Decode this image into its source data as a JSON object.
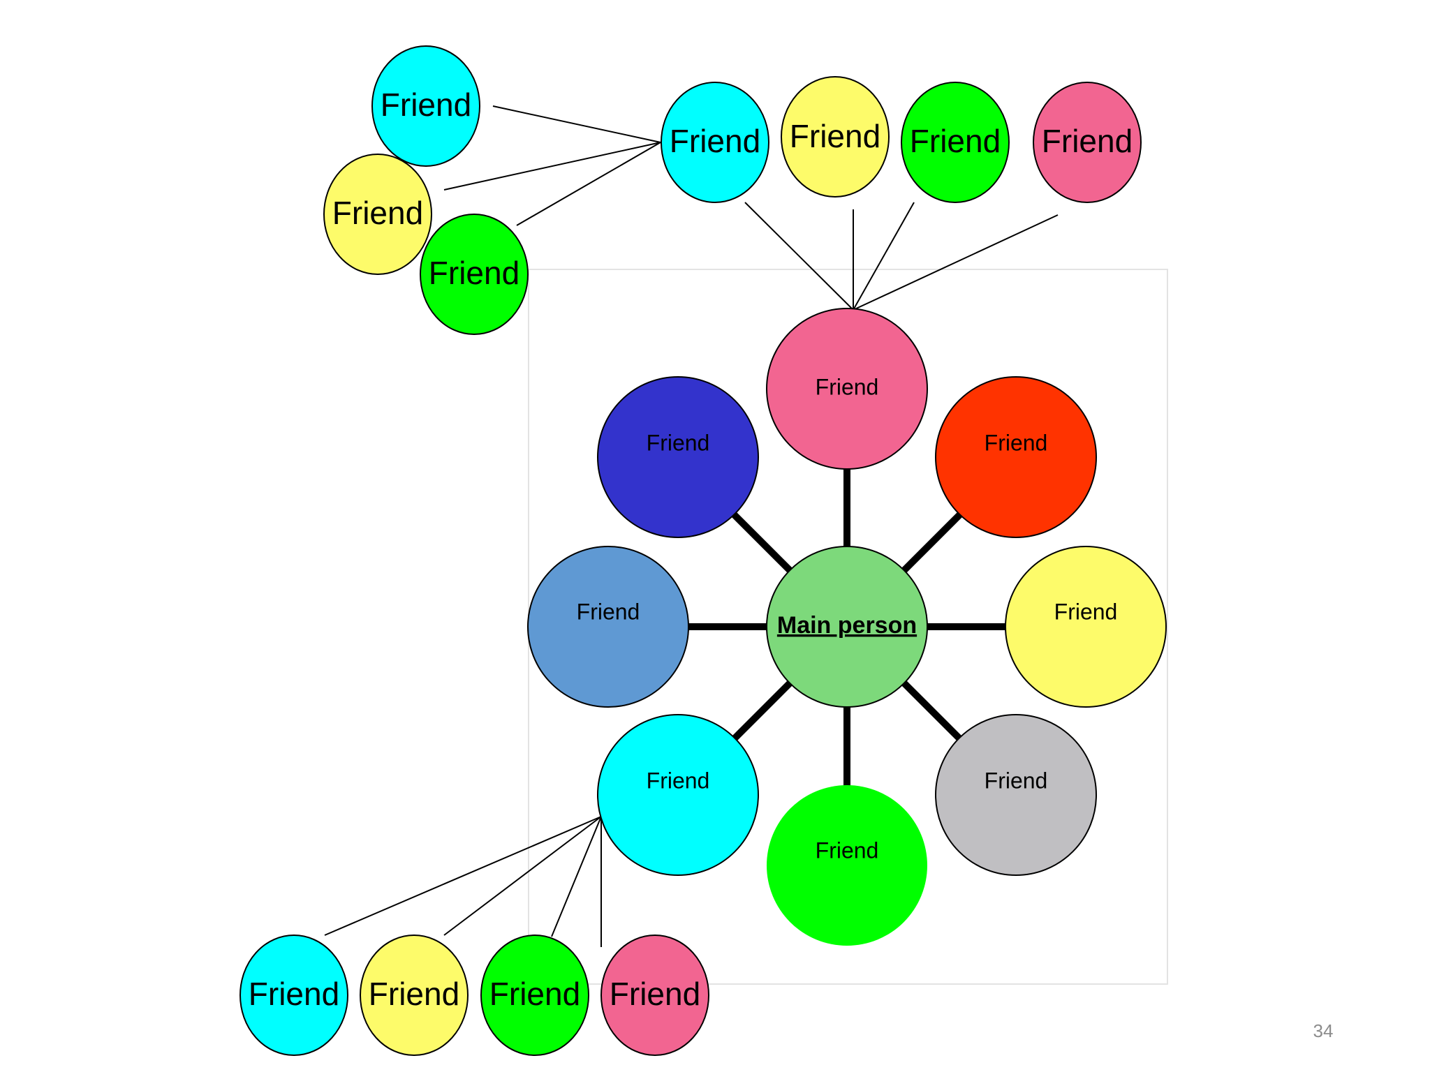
{
  "diagram": {
    "main_node": {
      "label": "Main person",
      "color": "#7dd97b"
    },
    "inner_nodes": [
      {
        "id": "inner-top",
        "label": "Friend",
        "color": "#f26591"
      },
      {
        "id": "inner-top-right",
        "label": "Friend",
        "color": "#ff3300"
      },
      {
        "id": "inner-right",
        "label": "Friend",
        "color": "#fdfb6a"
      },
      {
        "id": "inner-bottom-right",
        "label": "Friend",
        "color": "#c0bfc2"
      },
      {
        "id": "inner-bottom",
        "label": "Friend",
        "color": "#00ff00"
      },
      {
        "id": "inner-bottom-left",
        "label": "Friend",
        "color": "#00ffff"
      },
      {
        "id": "inner-left",
        "label": "Friend",
        "color": "#5f99d3"
      },
      {
        "id": "inner-top-left",
        "label": "Friend",
        "color": "#3333cc"
      }
    ],
    "top_row": [
      {
        "id": "top-row-1",
        "label": "Friend",
        "color": "#00ffff"
      },
      {
        "id": "top-row-2",
        "label": "Friend",
        "color": "#fdfb6a"
      },
      {
        "id": "top-row-3",
        "label": "Friend",
        "color": "#00ff00"
      },
      {
        "id": "top-row-4",
        "label": "Friend",
        "color": "#f26591"
      }
    ],
    "top_left_cluster": [
      {
        "id": "cluster-1",
        "label": "Friend",
        "color": "#00ffff"
      },
      {
        "id": "cluster-2",
        "label": "Friend",
        "color": "#fdfb6a"
      },
      {
        "id": "cluster-3",
        "label": "Friend",
        "color": "#00ff00"
      }
    ],
    "bottom_row": [
      {
        "id": "bottom-row-1",
        "label": "Friend",
        "color": "#00ffff"
      },
      {
        "id": "bottom-row-2",
        "label": "Friend",
        "color": "#fdfb6a"
      },
      {
        "id": "bottom-row-3",
        "label": "Friend",
        "color": "#00ff00"
      },
      {
        "id": "bottom-row-4",
        "label": "Friend",
        "color": "#f26591"
      }
    ]
  },
  "slide": {
    "number": "34"
  }
}
